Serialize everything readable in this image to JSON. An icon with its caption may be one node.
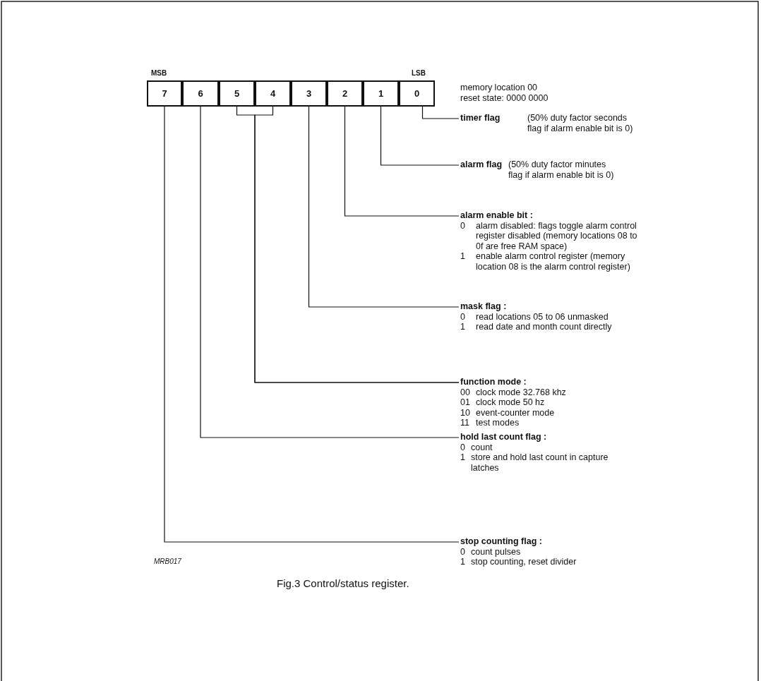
{
  "diagram": {
    "caption": "Fig.3 Control/status register.",
    "nodes": [
      {
        "text": [
          "7"
        ],
        "beside": [
          "MSB"
        ]
      },
      {
        "text": [
          "6"
        ]
      },
      {
        "text": [
          "5"
        ]
      },
      {
        "text": [
          "4"
        ]
      },
      {
        "text": [
          "3"
        ]
      },
      {
        "text": [
          "2"
        ]
      },
      {
        "text": [
          "1"
        ]
      },
      {
        "text": [
          "0"
        ],
        "beside": [
          "LSB"
        ]
      },
      {
        "text": [
          "timer flag",
          "(50% duty factor seconds flag if alarm enable bit is 0)"
        ]
      },
      {
        "text": [
          "alarm flag",
          "(50% duty factor minutes flag if alarm enable bit is 0)"
        ]
      },
      {
        "text": [
          "alarm enable bit :",
          "0",
          "alarm disabled: flags toggle alarm control register disabled (memory locations 08 to 0f are free RAM space)",
          "1",
          "enable alarm control register (memory location 08 is the alarm control register)"
        ]
      },
      {
        "text": [
          "mask flag :",
          "0",
          "read locations 05 to 06 unmasked",
          "1",
          "read date and month count directly"
        ]
      },
      {
        "text": [
          "function mode :",
          "00",
          "clock mode 32.768 khz",
          "01",
          "clock mode 50 hz",
          "10",
          "event-counter mode",
          "11",
          "test modes"
        ]
      },
      {
        "text": [
          "hold last count flag :",
          "0",
          "count",
          "1",
          "store and hold last count in capture latches"
        ]
      },
      {
        "text": [
          "stop counting flag :",
          "0",
          "count pulses",
          "1",
          "stop counting, reset divider"
        ]
      }
    ],
    "edges": [
      {
        "from": 7,
        "to": 8,
        "arrow": "none"
      },
      {
        "from": 6,
        "to": 9,
        "arrow": "none"
      },
      {
        "from": 5,
        "to": 10,
        "arrow": "none"
      },
      {
        "from": 4,
        "to": 11,
        "arrow": "none"
      },
      {
        "from": 2,
        "to": 12,
        "arrow": "none"
      },
      {
        "from": 3,
        "to": 12,
        "arrow": "none"
      },
      {
        "from": 1,
        "to": 13,
        "arrow": "none"
      },
      {
        "from": 0,
        "to": 14,
        "arrow": "none"
      }
    ],
    "labels": [
      "memory location 00",
      "reset state: 0000 0000",
      "MRB017"
    ]
  }
}
